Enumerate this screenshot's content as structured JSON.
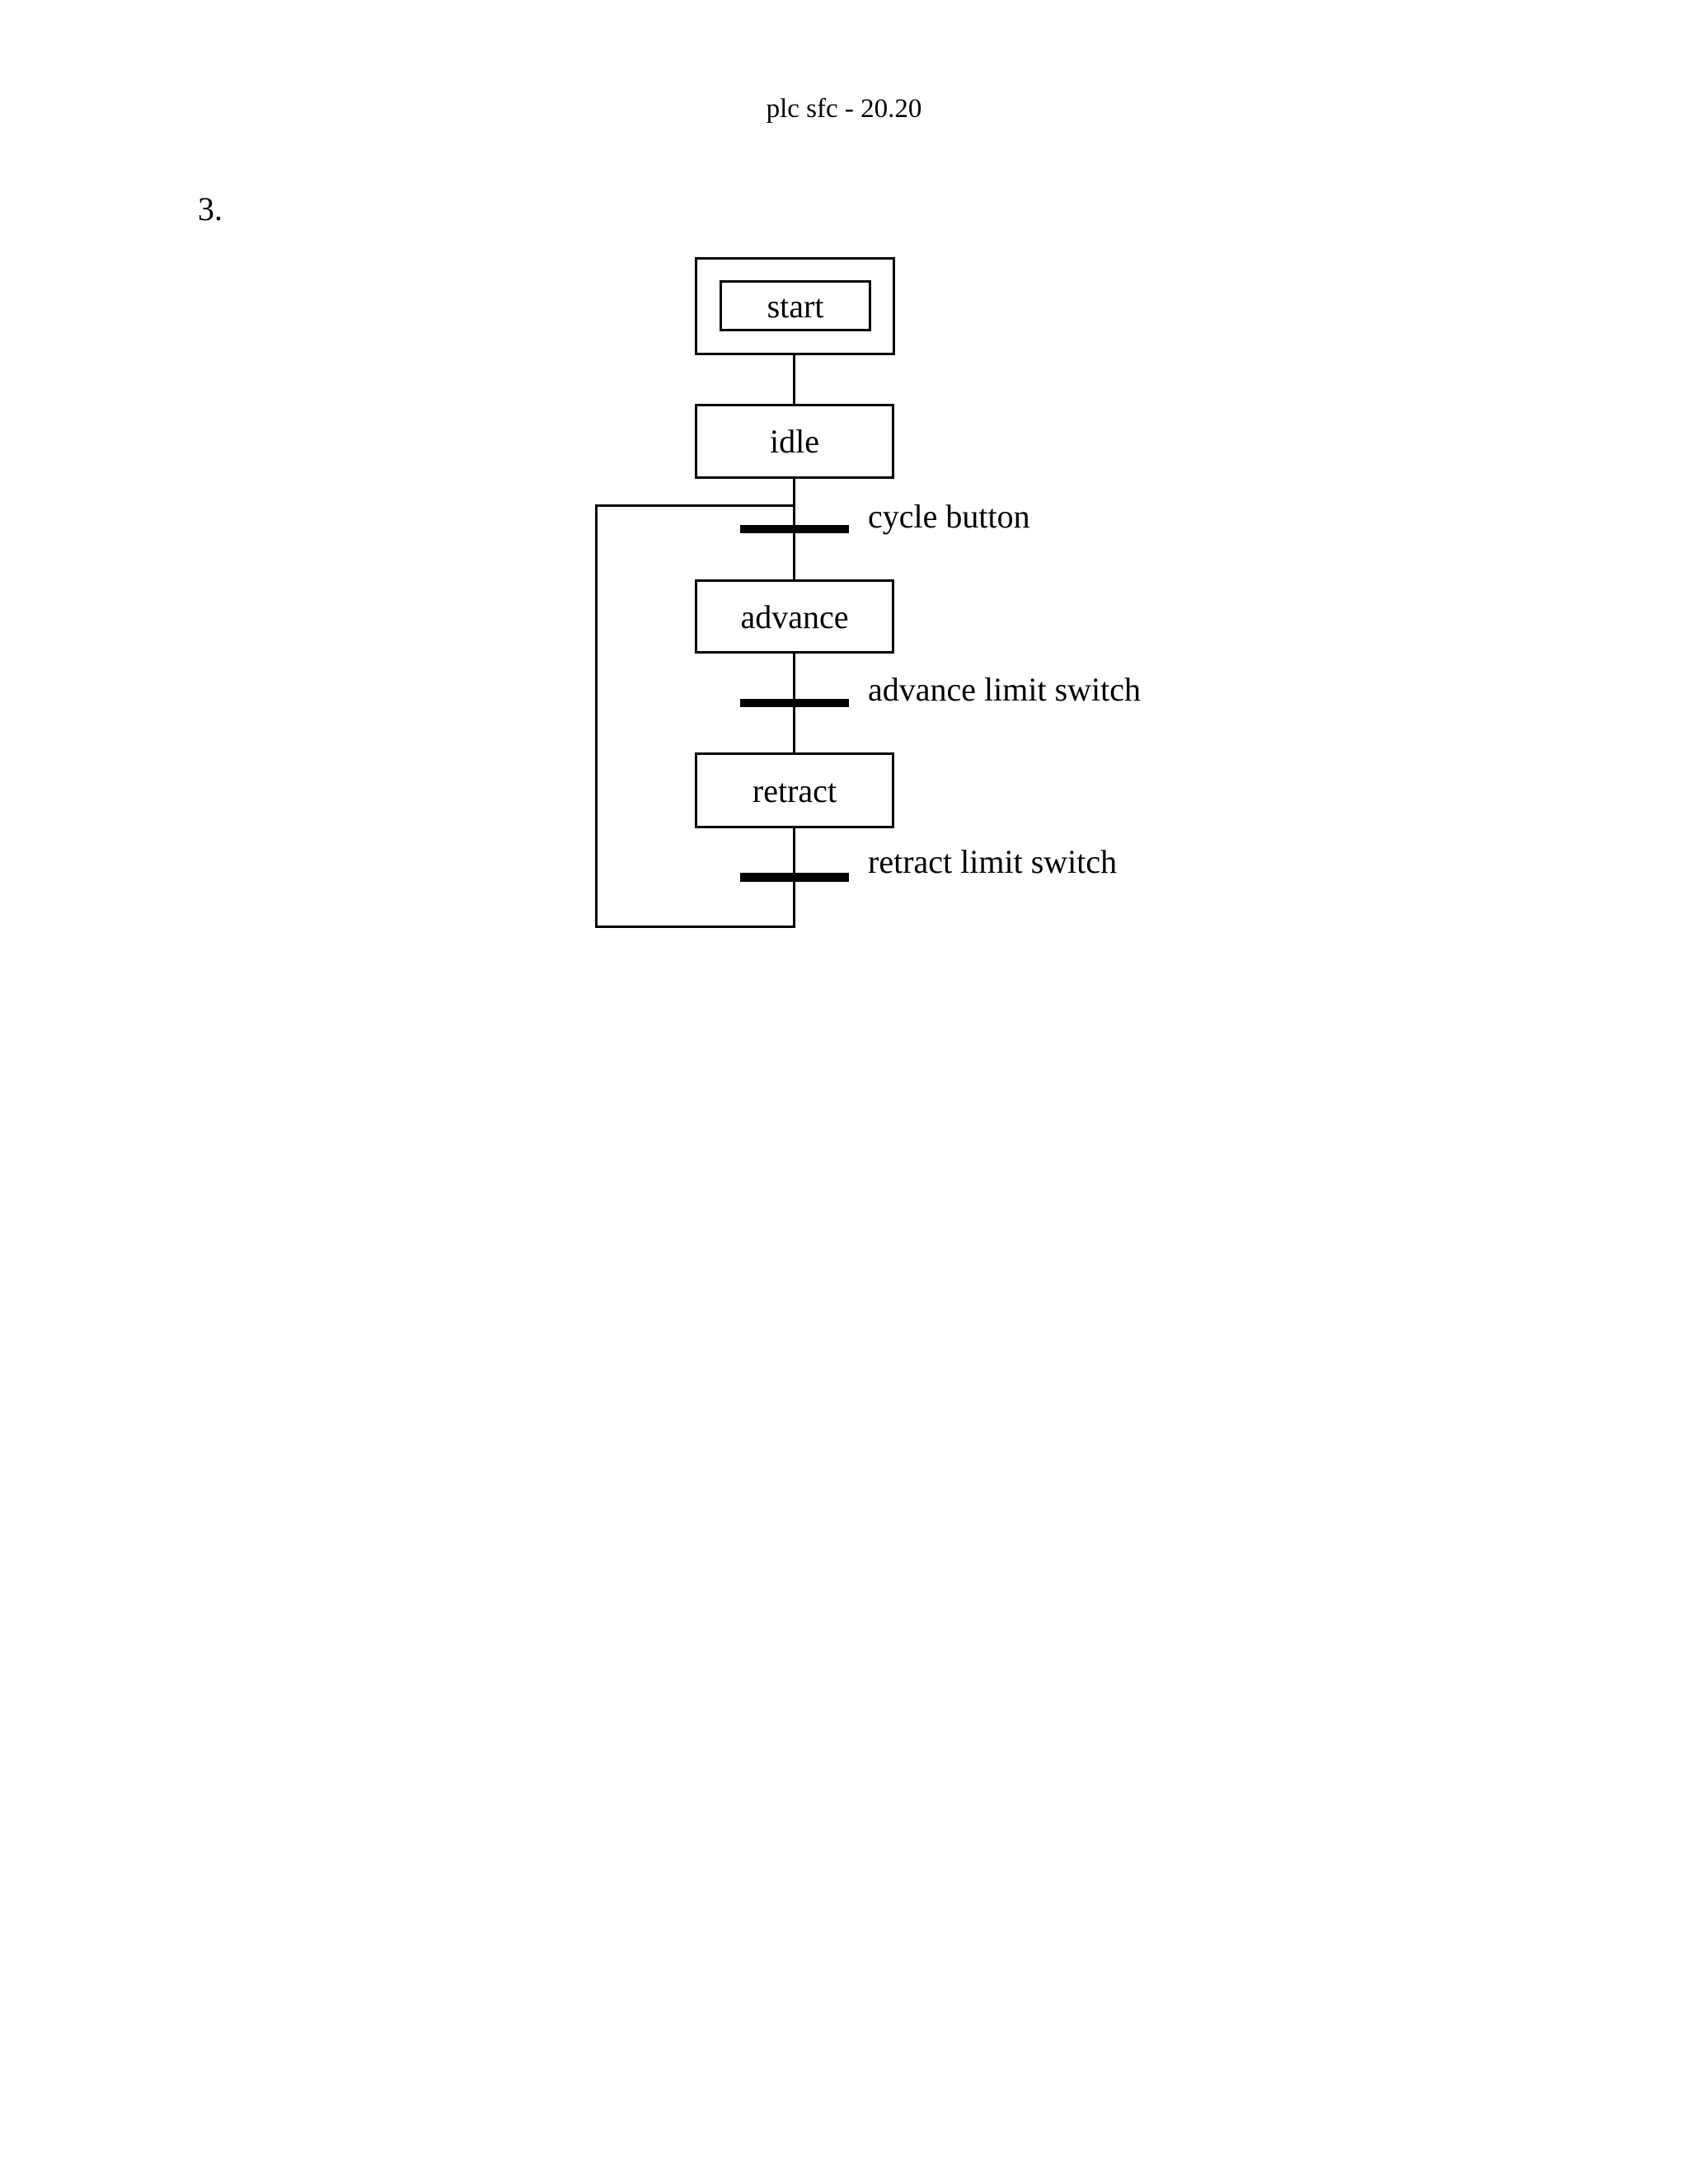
{
  "page": {
    "header": "plc sfc - 20.20",
    "problem_number": "3.",
    "background_color": "#ffffff",
    "ink_color": "#000000"
  },
  "diagram": {
    "type": "sequential-function-chart",
    "steps": [
      {
        "label": "start",
        "kind": "initial-step-double-box"
      },
      {
        "label": "idle",
        "kind": "step"
      },
      {
        "label": "advance",
        "kind": "step"
      },
      {
        "label": "retract",
        "kind": "step"
      }
    ],
    "transitions": [
      {
        "label": "cycle button"
      },
      {
        "label": "advance limit switch"
      },
      {
        "label": "retract limit switch"
      }
    ],
    "flow": [
      "start -> idle",
      "idle -> cycle button -> advance",
      "advance -> advance limit switch -> retract",
      "retract -> retract limit switch -> loop back to idle"
    ]
  }
}
